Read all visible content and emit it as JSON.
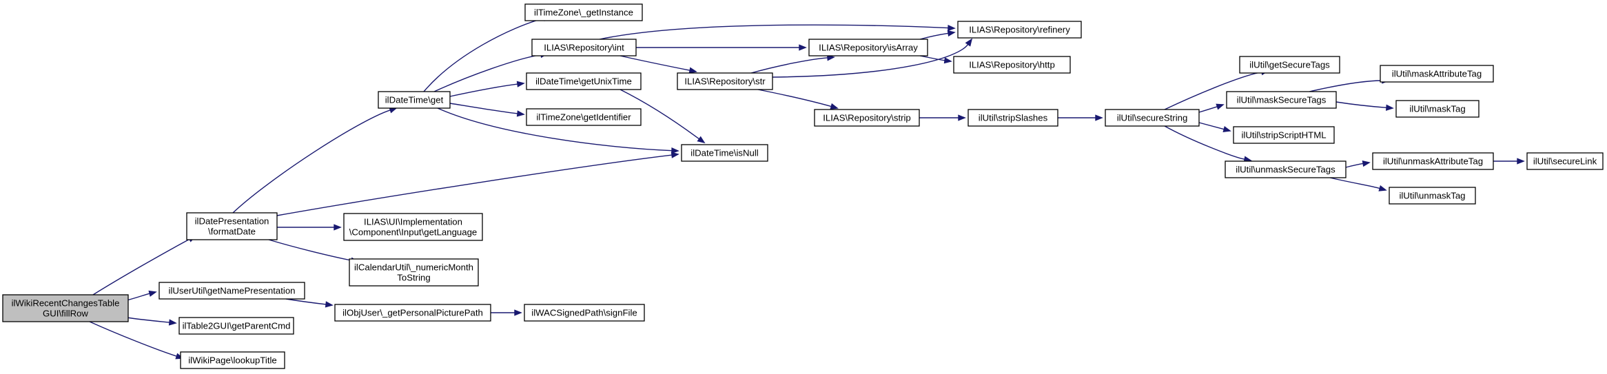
{
  "diagram": {
    "type": "call-graph",
    "colors": {
      "edge": "#191970",
      "root_fill": "#bfbfbf",
      "node_fill": "#ffffff",
      "node_border": "#000000"
    },
    "nodes": [
      {
        "id": "fillRow",
        "lines": [
          "ilWikiRecentChangesTable",
          "GUI\\fillRow"
        ],
        "root": true
      },
      {
        "id": "formatDate",
        "lines": [
          "ilDatePresentation",
          "\\formatDate"
        ]
      },
      {
        "id": "getNamePresentation",
        "lines": [
          "ilUserUtil\\getNamePresentation"
        ]
      },
      {
        "id": "getParentCmd",
        "lines": [
          "ilTable2GUI\\getParentCmd"
        ]
      },
      {
        "id": "lookupTitle",
        "lines": [
          "ilWikiPage\\lookupTitle"
        ]
      },
      {
        "id": "dtget",
        "lines": [
          "ilDateTime\\get"
        ]
      },
      {
        "id": "isNull",
        "lines": [
          "ilDateTime\\isNull"
        ]
      },
      {
        "id": "getLanguage",
        "lines": [
          "ILIAS\\UI\\Implementation",
          "\\Component\\Input\\getLanguage"
        ]
      },
      {
        "id": "numericMonth",
        "lines": [
          "ilCalendarUtil\\_numericMonth",
          "ToString"
        ]
      },
      {
        "id": "getPersonalPicturePath",
        "lines": [
          "ilObjUser\\_getPersonalPicturePath"
        ]
      },
      {
        "id": "signFile",
        "lines": [
          "ilWACSignedPath\\signFile"
        ]
      },
      {
        "id": "tzGetInstance",
        "lines": [
          "ilTimeZone\\_getInstance"
        ]
      },
      {
        "id": "repoInt",
        "lines": [
          "ILIAS\\Repository\\int"
        ]
      },
      {
        "id": "getUnixTime",
        "lines": [
          "ilDateTime\\getUnixTime"
        ]
      },
      {
        "id": "tzGetIdentifier",
        "lines": [
          "ilTimeZone\\getIdentifier"
        ]
      },
      {
        "id": "repoStr",
        "lines": [
          "ILIAS\\Repository\\str"
        ]
      },
      {
        "id": "repoIsArray",
        "lines": [
          "ILIAS\\Repository\\isArray"
        ]
      },
      {
        "id": "repoRefinery",
        "lines": [
          "ILIAS\\Repository\\refinery"
        ]
      },
      {
        "id": "repoHttp",
        "lines": [
          "ILIAS\\Repository\\http"
        ]
      },
      {
        "id": "repoStrip",
        "lines": [
          "ILIAS\\Repository\\strip"
        ]
      },
      {
        "id": "stripSlashes",
        "lines": [
          "ilUtil\\stripSlashes"
        ]
      },
      {
        "id": "secureString",
        "lines": [
          "ilUtil\\secureString"
        ]
      },
      {
        "id": "getSecureTags",
        "lines": [
          "ilUtil\\getSecureTags"
        ]
      },
      {
        "id": "maskSecureTags",
        "lines": [
          "ilUtil\\maskSecureTags"
        ]
      },
      {
        "id": "stripScriptHTML",
        "lines": [
          "ilUtil\\stripScriptHTML"
        ]
      },
      {
        "id": "unmaskSecureTags",
        "lines": [
          "ilUtil\\unmaskSecureTags"
        ]
      },
      {
        "id": "maskAttributeTag",
        "lines": [
          "ilUtil\\maskAttributeTag"
        ]
      },
      {
        "id": "maskTag",
        "lines": [
          "ilUtil\\maskTag"
        ]
      },
      {
        "id": "unmaskAttributeTag",
        "lines": [
          "ilUtil\\unmaskAttributeTag"
        ]
      },
      {
        "id": "unmaskTag",
        "lines": [
          "ilUtil\\unmaskTag"
        ]
      },
      {
        "id": "secureLink",
        "lines": [
          "ilUtil\\secureLink"
        ]
      }
    ],
    "edges": [
      {
        "from": "fillRow",
        "to": "formatDate"
      },
      {
        "from": "fillRow",
        "to": "getNamePresentation"
      },
      {
        "from": "fillRow",
        "to": "getParentCmd"
      },
      {
        "from": "fillRow",
        "to": "lookupTitle"
      },
      {
        "from": "formatDate",
        "to": "dtget"
      },
      {
        "from": "formatDate",
        "to": "isNull"
      },
      {
        "from": "formatDate",
        "to": "getLanguage"
      },
      {
        "from": "formatDate",
        "to": "numericMonth"
      },
      {
        "from": "getNamePresentation",
        "to": "getPersonalPicturePath"
      },
      {
        "from": "getPersonalPicturePath",
        "to": "signFile"
      },
      {
        "from": "dtget",
        "to": "tzGetInstance"
      },
      {
        "from": "dtget",
        "to": "repoInt"
      },
      {
        "from": "dtget",
        "to": "getUnixTime"
      },
      {
        "from": "dtget",
        "to": "tzGetIdentifier"
      },
      {
        "from": "dtget",
        "to": "isNull"
      },
      {
        "from": "repoInt",
        "to": "repoRefinery"
      },
      {
        "from": "repoInt",
        "to": "repoIsArray"
      },
      {
        "from": "repoInt",
        "to": "repoStr"
      },
      {
        "from": "getUnixTime",
        "to": "isNull"
      },
      {
        "from": "repoStr",
        "to": "repoIsArray"
      },
      {
        "from": "repoStr",
        "to": "repoRefinery"
      },
      {
        "from": "repoStr",
        "to": "repoStrip"
      },
      {
        "from": "repoIsArray",
        "to": "repoRefinery"
      },
      {
        "from": "repoIsArray",
        "to": "repoHttp"
      },
      {
        "from": "repoStrip",
        "to": "stripSlashes"
      },
      {
        "from": "stripSlashes",
        "to": "secureString"
      },
      {
        "from": "secureString",
        "to": "getSecureTags"
      },
      {
        "from": "secureString",
        "to": "maskSecureTags"
      },
      {
        "from": "secureString",
        "to": "stripScriptHTML"
      },
      {
        "from": "secureString",
        "to": "unmaskSecureTags"
      },
      {
        "from": "maskSecureTags",
        "to": "maskAttributeTag"
      },
      {
        "from": "maskSecureTags",
        "to": "maskTag"
      },
      {
        "from": "unmaskSecureTags",
        "to": "unmaskAttributeTag"
      },
      {
        "from": "unmaskSecureTags",
        "to": "unmaskTag"
      },
      {
        "from": "unmaskAttributeTag",
        "to": "secureLink"
      }
    ]
  }
}
